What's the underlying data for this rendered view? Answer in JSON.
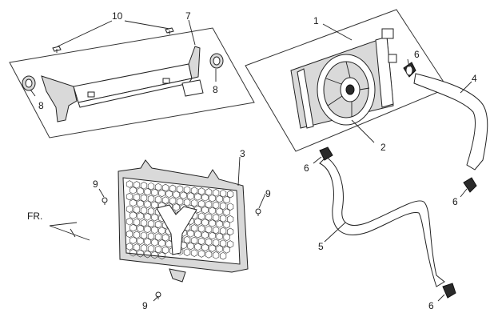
{
  "diagram": {
    "direction_label": "FR.",
    "callouts": {
      "radiator_assembly": "1",
      "fan_assembly": "2",
      "radiator_guard": "3",
      "upper_hose": "4",
      "lower_hose": "5",
      "hose_clamp_upper_radiator": "6",
      "hose_clamp_lower_radiator": "6",
      "hose_clamp_upper_hose_end": "6",
      "hose_clamp_lower_hose_end": "6",
      "mounting_bracket": "7",
      "grommet_left": "8",
      "grommet_right": "8",
      "bolt_guard_left": "9",
      "bolt_guard_right": "9",
      "bolt_guard_bottom": "9",
      "bracket_bolts": "10"
    }
  }
}
